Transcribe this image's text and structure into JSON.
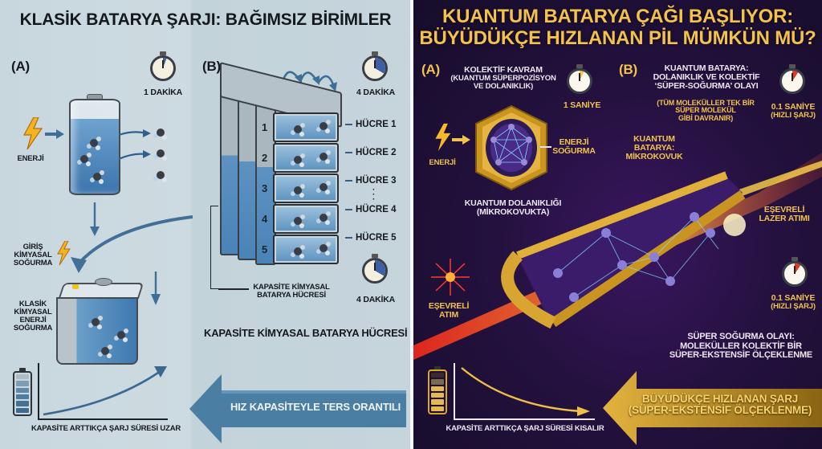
{
  "left_panel": {
    "title": "KLASİK BATARYA ŞARJI: BAĞIMSIZ BİRİMLER",
    "background": "#c9d8de",
    "section_a": {
      "label": "(A)",
      "timer": "1 DAKİKA",
      "energy_label": "ENERJİ",
      "input_label_lines": [
        "GİRİŞ",
        "KİMYASAL",
        "SOĞURMA"
      ],
      "absorption_label_lines": [
        "KLASİK",
        "KİMYASAL",
        "ENERJİ",
        "SOĞURMA"
      ]
    },
    "section_b": {
      "label": "(B)",
      "timer_top": "4 DAKİKA",
      "timer_bottom": "4 DAKİKA",
      "cells": [
        "HÜCRE 1",
        "HÜCRE 2",
        "HÜCRE 3",
        "HÜCRE 4",
        "HÜCRE 5"
      ],
      "cell_numbers": [
        "1",
        "2",
        "3",
        "4",
        "5"
      ],
      "stack_caption_lines": [
        "KAPASİTE KİMYASAL",
        "BATARYA HÜCRESİ"
      ],
      "caption": "KAPASİTE KİMYASAL BATARYA HÜCRESİ"
    },
    "graph_caption": "KAPASİTE ARTTIKÇA ŞARJ SÜRESİ UZAR",
    "arrow_banner": "HIZ KAPASİTEYLE TERS ORANTILI",
    "accent": "#3d6f97"
  },
  "right_panel": {
    "title_lines": [
      "KUANTUM BATARYA ÇAĞI BAŞLIYOR:",
      "BÜYÜDÜKÇE HIZLANAN PİL MÜMKÜN MÜ?"
    ],
    "background": "#1c1030",
    "gold": "#f2c24c",
    "section_a": {
      "label": "(A)",
      "heading_lines": [
        "KOLEKTİF KAVRAM",
        "(KUANTUM SÜPERPOZİSYON",
        "VE DOLANIKLIK)"
      ],
      "timer": "1 SANİYE",
      "energy_label": "ENERJİ",
      "absorption_lines": [
        "ENERJİ",
        "SOĞURMA"
      ],
      "entanglement_lines": [
        "KUANTUM DOLANIKLIĞI",
        "(MİKROKOVUKTA)"
      ]
    },
    "section_b": {
      "label": "(B)",
      "heading_lines": [
        "KUANTUM BATARYA:",
        "DOLANIKLIK VE KOLEKTİF",
        "‘SÜPER-SOĞURMA’ OLAYI"
      ],
      "sub_lines": [
        "(TÜM MOLEKÜLLER TEK BİR",
        "SÜPER MOLEKÜL",
        "GİBİ DAVRANIR)"
      ],
      "timer_top": [
        "0.1 SANİYE",
        "(HIZLI ŞARJ)"
      ],
      "timer_bottom": [
        "0.1 SANİYE",
        "(HIZLI ŞARJ)"
      ],
      "cavity_lines": [
        "KUANTUM",
        "BATARYA:",
        "MİKROKOVUK"
      ],
      "laser_lines": [
        "EŞEVRELİ",
        "LAZER ATIMI"
      ],
      "pulse_lines": [
        "EŞEVRELİ",
        "ATIM"
      ],
      "superabsorption_lines": [
        "SÜPER SOĞURMA OLAYI:",
        "MOLEKÜLLER KOLEKTİF BİR",
        "SÜPER-EKSTENSİF ÖLÇEKLENME"
      ]
    },
    "graph_caption": "KAPASİTE ARTTIKÇA ŞARJ SÜRESİ KISALIR",
    "arrow_banner_lines": [
      "BÜYÜDÜKÇE HIZLANAN ŞARJ",
      "(SÜPER-EKSTENSİF ÖLÇEKLENME)"
    ]
  }
}
